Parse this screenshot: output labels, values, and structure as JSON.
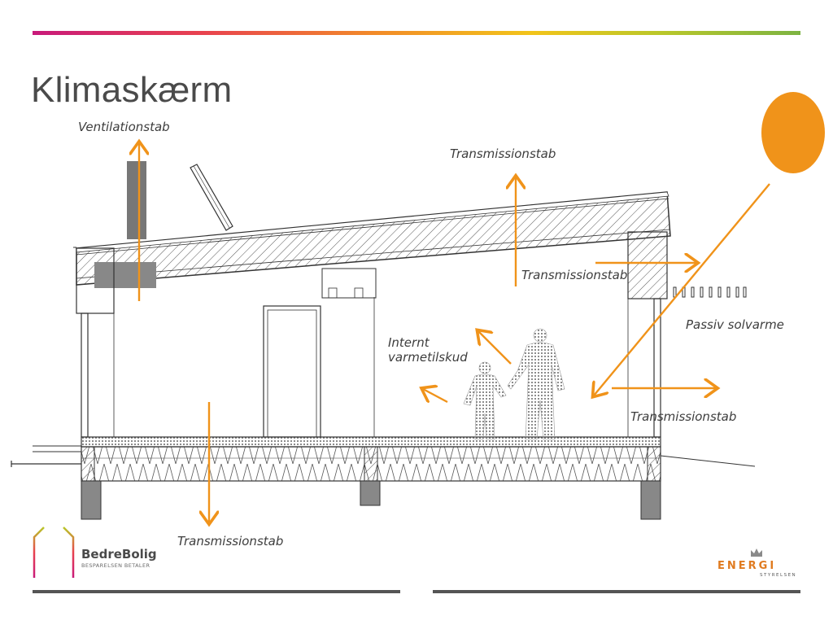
{
  "slide": {
    "title": "Klimaskærm"
  },
  "labels": {
    "ventilation": "Ventilationstab",
    "transmission_roof": "Transmissionstab",
    "transmission_inner": "Transmissionstab",
    "passive_solar": "Passiv solvarme",
    "internal_gain": "Internt\nvarmetilskud",
    "transmission_wall": "Transmissionstab",
    "transmission_floor": "Transmissionstab"
  },
  "logos": {
    "left_brand": "BedreBolig",
    "left_tagline": "BESPARELSEN BETALER",
    "right_name": "ENERGI",
    "right_sub": "STYRELSEN"
  },
  "colors": {
    "arrow": "#f0931a",
    "sun": "#f0931a",
    "structure": "#333333",
    "text": "#3d3d3d"
  }
}
